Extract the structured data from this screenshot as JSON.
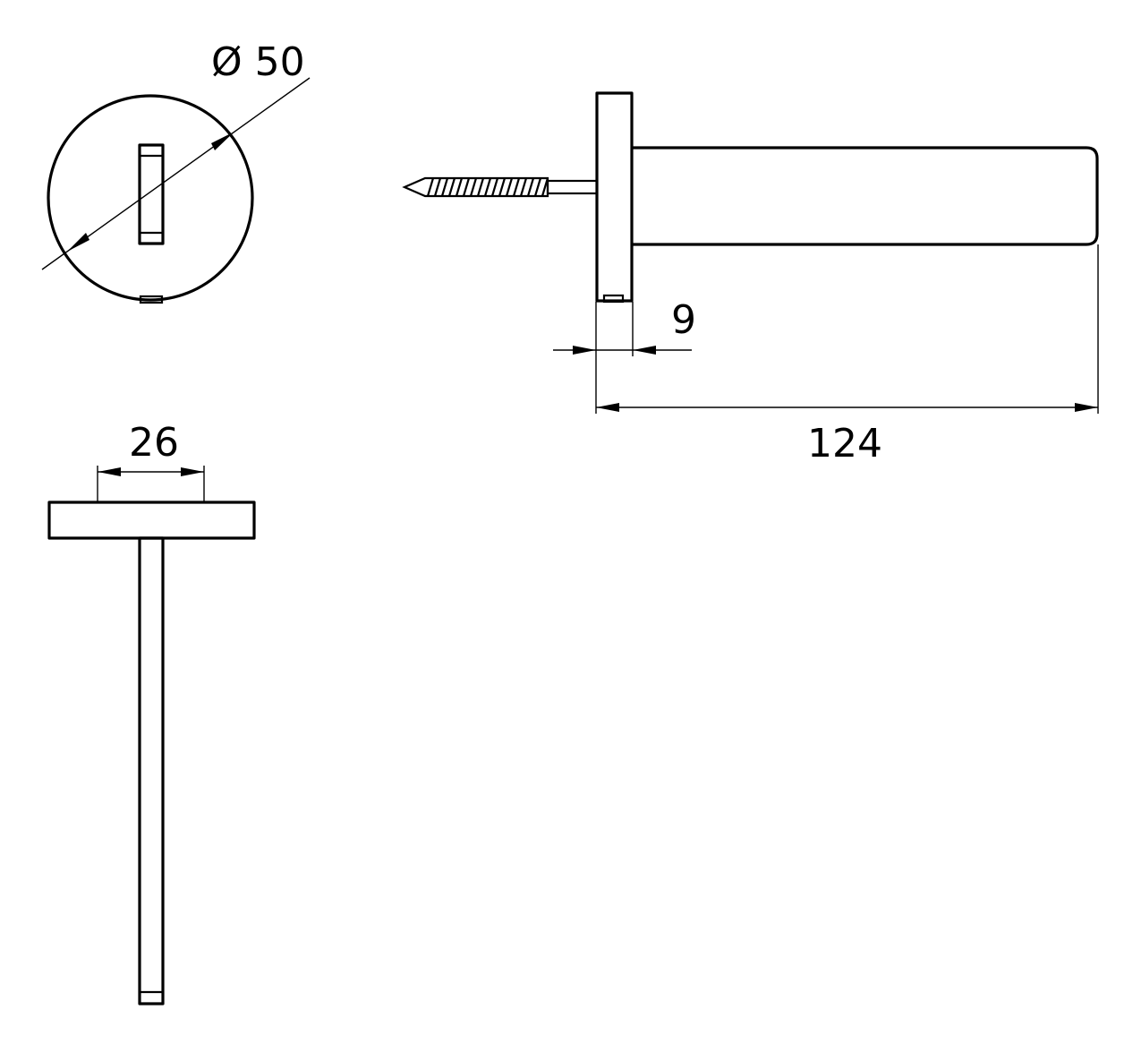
{
  "dimensions": {
    "diameter": "Ø 50",
    "plate_thickness": "9",
    "overall_length": "124",
    "pin_width": "26"
  },
  "colors": {
    "line": "#000000",
    "background": "#ffffff"
  }
}
